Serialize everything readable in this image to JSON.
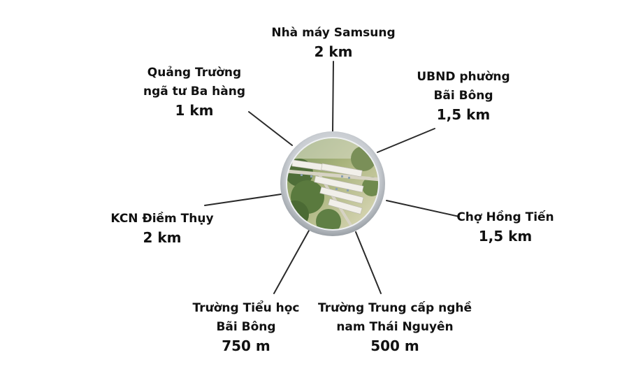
{
  "hub": {
    "image": "aerial-rendering-of-townhouse-project"
  },
  "colors": {
    "text": "#111111",
    "line": "#2a2a2a",
    "ring": "#c9cdd2"
  },
  "destinations": [
    {
      "name": [
        "Nhà máy Samsung"
      ],
      "distance": "2 km"
    },
    {
      "name": [
        "UBND phường",
        "Bãi Bông"
      ],
      "distance": "1,5 km"
    },
    {
      "name": [
        "Chợ Hồng Tiến"
      ],
      "distance": "1,5 km"
    },
    {
      "name": [
        "Trường Trung cấp nghề",
        "nam Thái Nguyên"
      ],
      "distance": "500 m"
    },
    {
      "name": [
        "Trường Tiểu học",
        "Bãi Bông"
      ],
      "distance": "750 m"
    },
    {
      "name": [
        "KCN Điềm Thụy"
      ],
      "distance": "2 km"
    },
    {
      "name": [
        "Quảng Trường",
        "ngã tư Ba hàng"
      ],
      "distance": "1 km"
    }
  ]
}
